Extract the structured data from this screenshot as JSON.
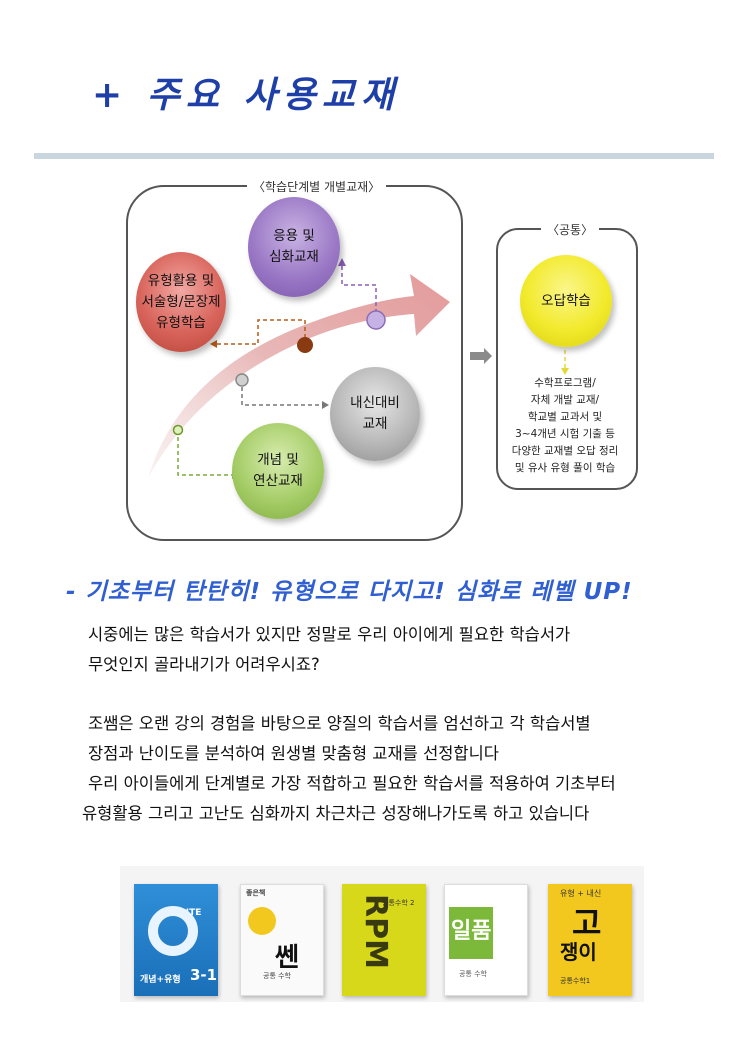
{
  "header": {
    "title": "+ 주요 사용교재"
  },
  "diagram": {
    "stage_label": "〈학습단계별 개별교재〉",
    "common_label": "〈공통〉",
    "circles": {
      "advanced_line1": "응용 및",
      "advanced_line2": "심화교재",
      "type_line1": "유형활용 및",
      "type_line2": "서술형/문장제",
      "type_line3": "유형학습",
      "exam_line1": "내신대비",
      "exam_line2": "교재",
      "concept_line1": "개념 및",
      "concept_line2": "연산교재",
      "wrong_answer": "오답학습"
    },
    "common_desc": [
      "수학프로그램/",
      "자체 개발 교재/",
      "학교별 교과서 및",
      "3~4개년 시험 기출 등",
      "다양한 교재별 오답 정리",
      "및 유사 유형 풀이 학습"
    ]
  },
  "slogan": "- 기초부터 탄탄히! 유형으로 다지고! 심화로 레벨 UP!",
  "paragraphs": {
    "p1_line1": "시중에는 많은 학습서가 있지만 정말로 우리 아이에게 필요한 학습서가",
    "p1_line2": "무엇인지 골라내기가 어려우시죠?",
    "p2_line1": "조쌤은 오랜 강의 경험을 바탕으로  양질의 학습서를 엄선하고 각 학습서별",
    "p2_line2": "장점과 난이도를 분석하여 원생별 맞춤형 교재를 선정합니다",
    "p2_line3": "우리 아이들에게 단계별로 가장 적합하고 필요한 학습서를 적용하여 기초부터",
    "p2_line4": "유형활용 그리고 고난도 심화까지 차근차근 성장해나가도록 하고 있습니다"
  },
  "books": [
    {
      "cover_text": "개념+유형",
      "badge": "LITE",
      "grade": "3-1"
    },
    {
      "cover_text": "쎈",
      "publisher": "좋은책",
      "subtitle": "공통 수학"
    },
    {
      "cover_text": "RPM",
      "subtitle": "공통수학 2"
    },
    {
      "cover_text": "일품",
      "subtitle": "공통 수학"
    },
    {
      "top_text": "유형 + 내신",
      "cover_text": "고",
      "cover_text2": "쟁이",
      "subtitle": "공통수학1"
    }
  ],
  "colors": {
    "title": "#1f3fa8",
    "slogan": "#2f5fd0",
    "divider": "#c9d6df"
  }
}
